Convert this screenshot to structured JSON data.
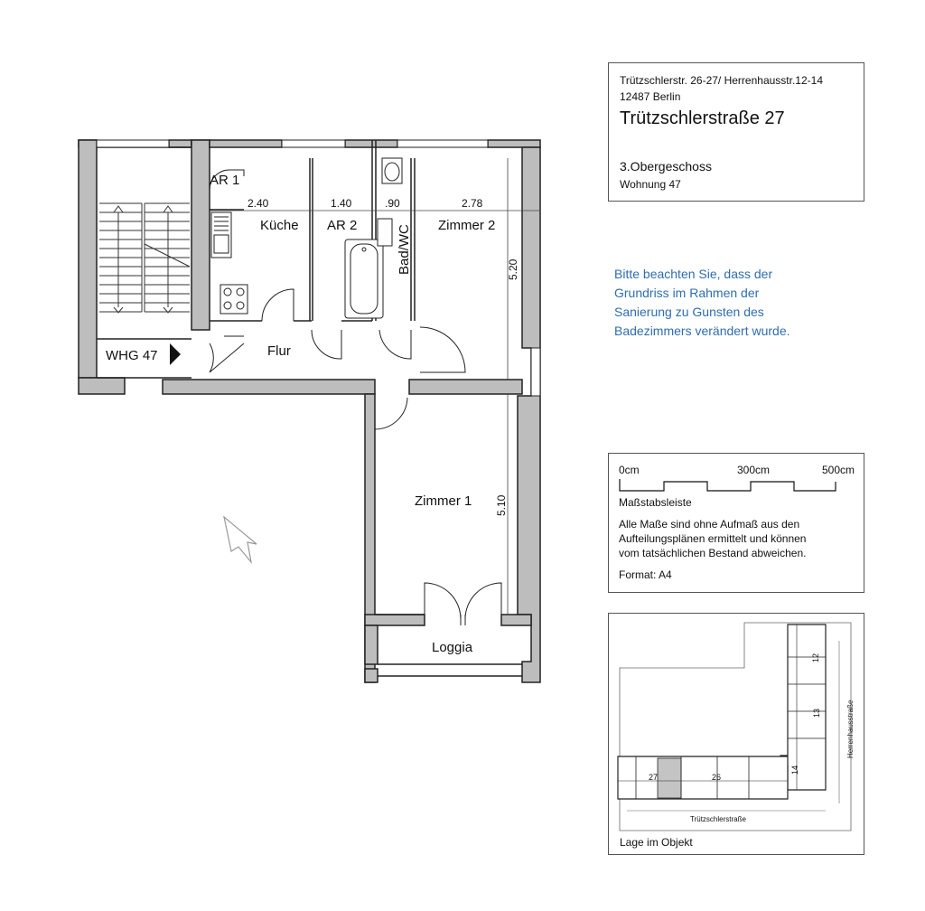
{
  "header": {
    "address_line1": "Trützschlerstr. 26-27/ Herrenhausstr.12-14",
    "address_line2": "12487 Berlin",
    "building": "Trützschlerstraße 27",
    "floor": "3.Obergeschoss",
    "apartment": "Wohnung 47"
  },
  "notice": {
    "lines": [
      "Bitte beachten Sie, dass der",
      "Grundriss im Rahmen der",
      "Sanierung zu Gunsten des",
      "Badezimmers verändert wurde."
    ]
  },
  "scale": {
    "label0": "0cm",
    "label300": "300cm",
    "label500": "500cm",
    "title": "Maßstabsleiste",
    "disclaimer": [
      "Alle Maße sind ohne Aufmaß aus den",
      "Aufteilungsplänen ermittelt und können",
      "vom tatsächlichen Bestand abweichen."
    ],
    "format": "Format: A4"
  },
  "floorplan": {
    "rooms": {
      "ar1": "AR 1",
      "kueche": "Küche",
      "ar2": "AR 2",
      "bad": "Bad/WC",
      "zimmer2": "Zimmer 2",
      "flur": "Flur",
      "zimmer1": "Zimmer 1",
      "loggia": "Loggia",
      "whg": "WHG 47"
    },
    "dimensions": {
      "kueche_width": "2.40",
      "ar2_width": "1.40",
      "bad_width": ".90",
      "zimmer2_width": "2.78",
      "zimmer2_depth": "5.20",
      "zimmer1_depth": "5.10"
    }
  },
  "site": {
    "street_bottom": "Trützschlerstraße",
    "street_right": "Herrenhausstraße",
    "numbers": [
      "12",
      "13",
      "14",
      "26",
      "27"
    ],
    "caption": "Lage im Objekt"
  }
}
